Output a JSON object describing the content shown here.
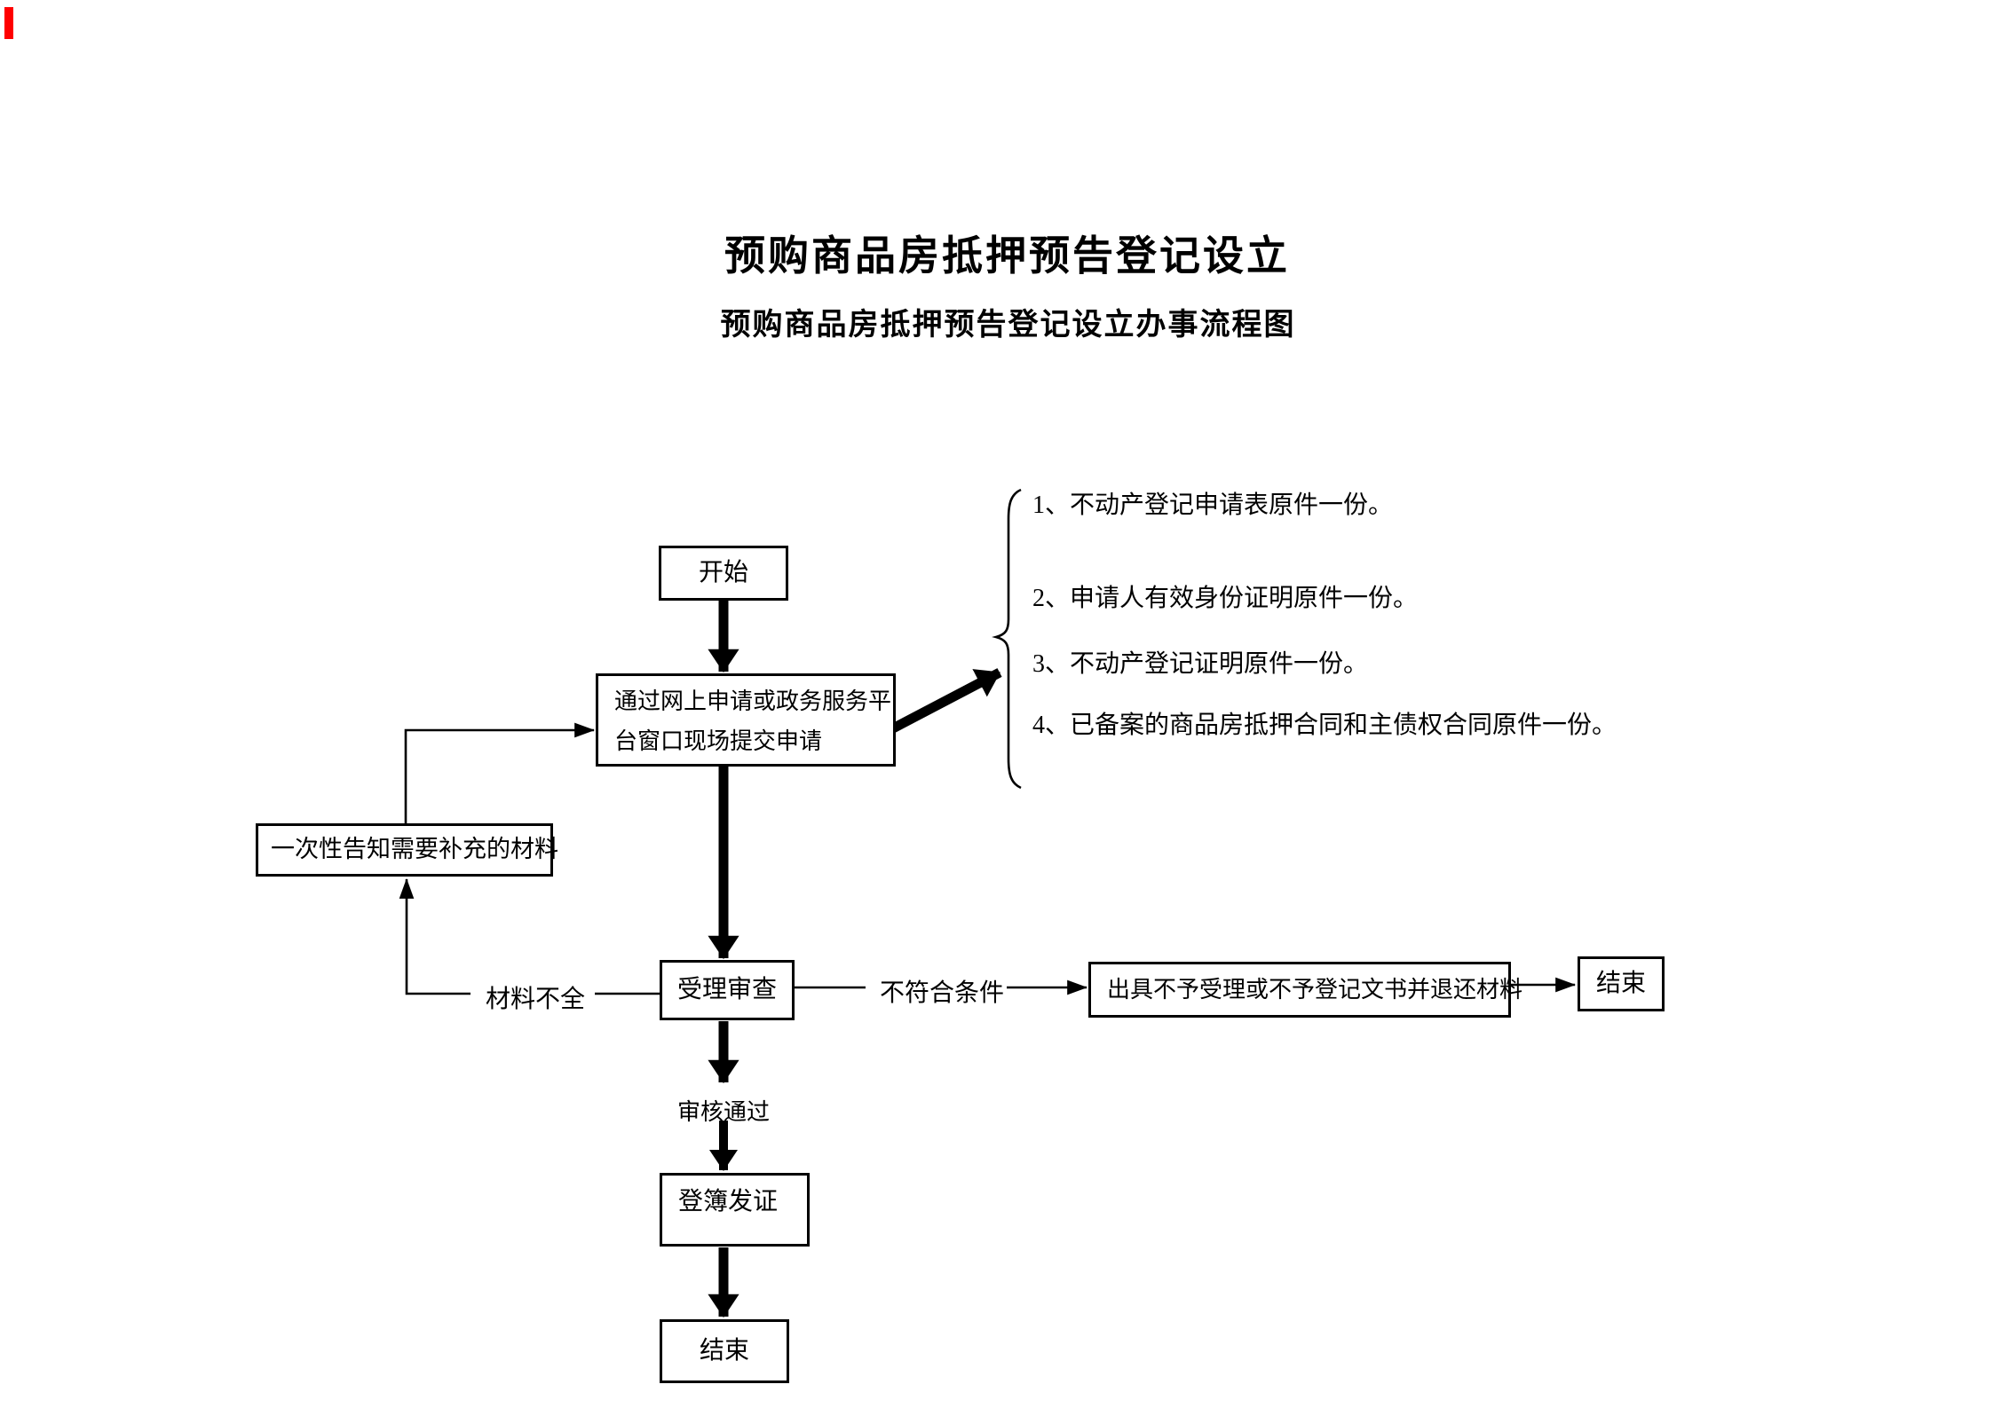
{
  "page": {
    "title": "预购商品房抵押预告登记设立",
    "subtitle": "预购商品房抵押预告登记设立办事流程图"
  },
  "flowchart": {
    "nodes": {
      "start": "开始",
      "submit_line1": "通过网上申请或政务服务平",
      "submit_line2": "台窗口现场提交申请",
      "notify": "一次性告知需要补充的材料",
      "review": "受理审查",
      "reject": "出具不予受理或不予登记文书并退还材料",
      "end_right": "结束",
      "register": "登簿发证",
      "end_bottom": "结束"
    },
    "edge_labels": {
      "incomplete": "材料不全",
      "not_qualified": "不符合条件",
      "approved": "审核通过"
    },
    "materials": [
      "1、不动产登记申请表原件一份。",
      "2、申请人有效身份证明原件一份。",
      "3、不动产登记证明原件一份。",
      "4、已备案的商品房抵押合同和主债权合同原件一份。"
    ],
    "colors": {
      "line": "#000000",
      "box_background": "#ffffff",
      "red_marker": "#ff0000"
    }
  }
}
